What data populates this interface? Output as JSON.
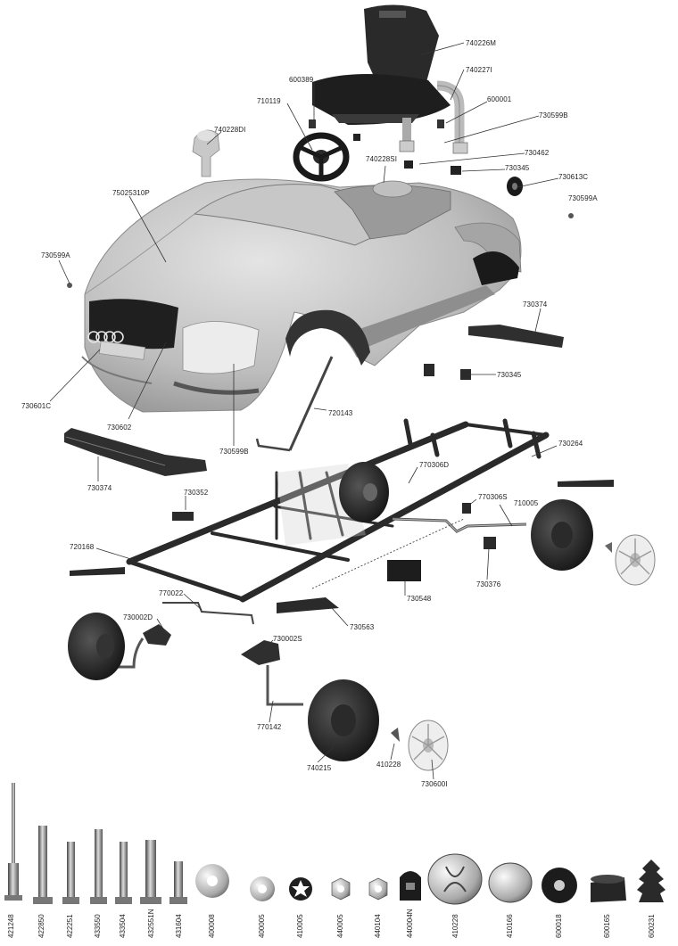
{
  "diagram": {
    "part_labels": [
      "740226M",
      "740227I",
      "600389",
      "600001",
      "710119",
      "730599B",
      "740228DI",
      "730462",
      "740228SI",
      "730345",
      "730613C",
      "75025310P",
      "730599A",
      "730599A",
      "730374",
      "730345",
      "730601C",
      "720143",
      "730602",
      "730599B",
      "730264",
      "730374",
      "770306D",
      "730352",
      "770306S",
      "710005",
      "720168",
      "730376",
      "730548",
      "770022",
      "730002D",
      "730563",
      "730002S",
      "770142",
      "740215",
      "410228",
      "730600I"
    ],
    "hardware_labels": [
      "421248",
      "422850",
      "422251",
      "433550",
      "433504",
      "432551N",
      "431604",
      "400008",
      "400005",
      "410005",
      "440005",
      "440104",
      "440004N",
      "410228",
      "410166",
      "600018",
      "600165",
      "600231"
    ],
    "leaders_color": "#333333"
  }
}
